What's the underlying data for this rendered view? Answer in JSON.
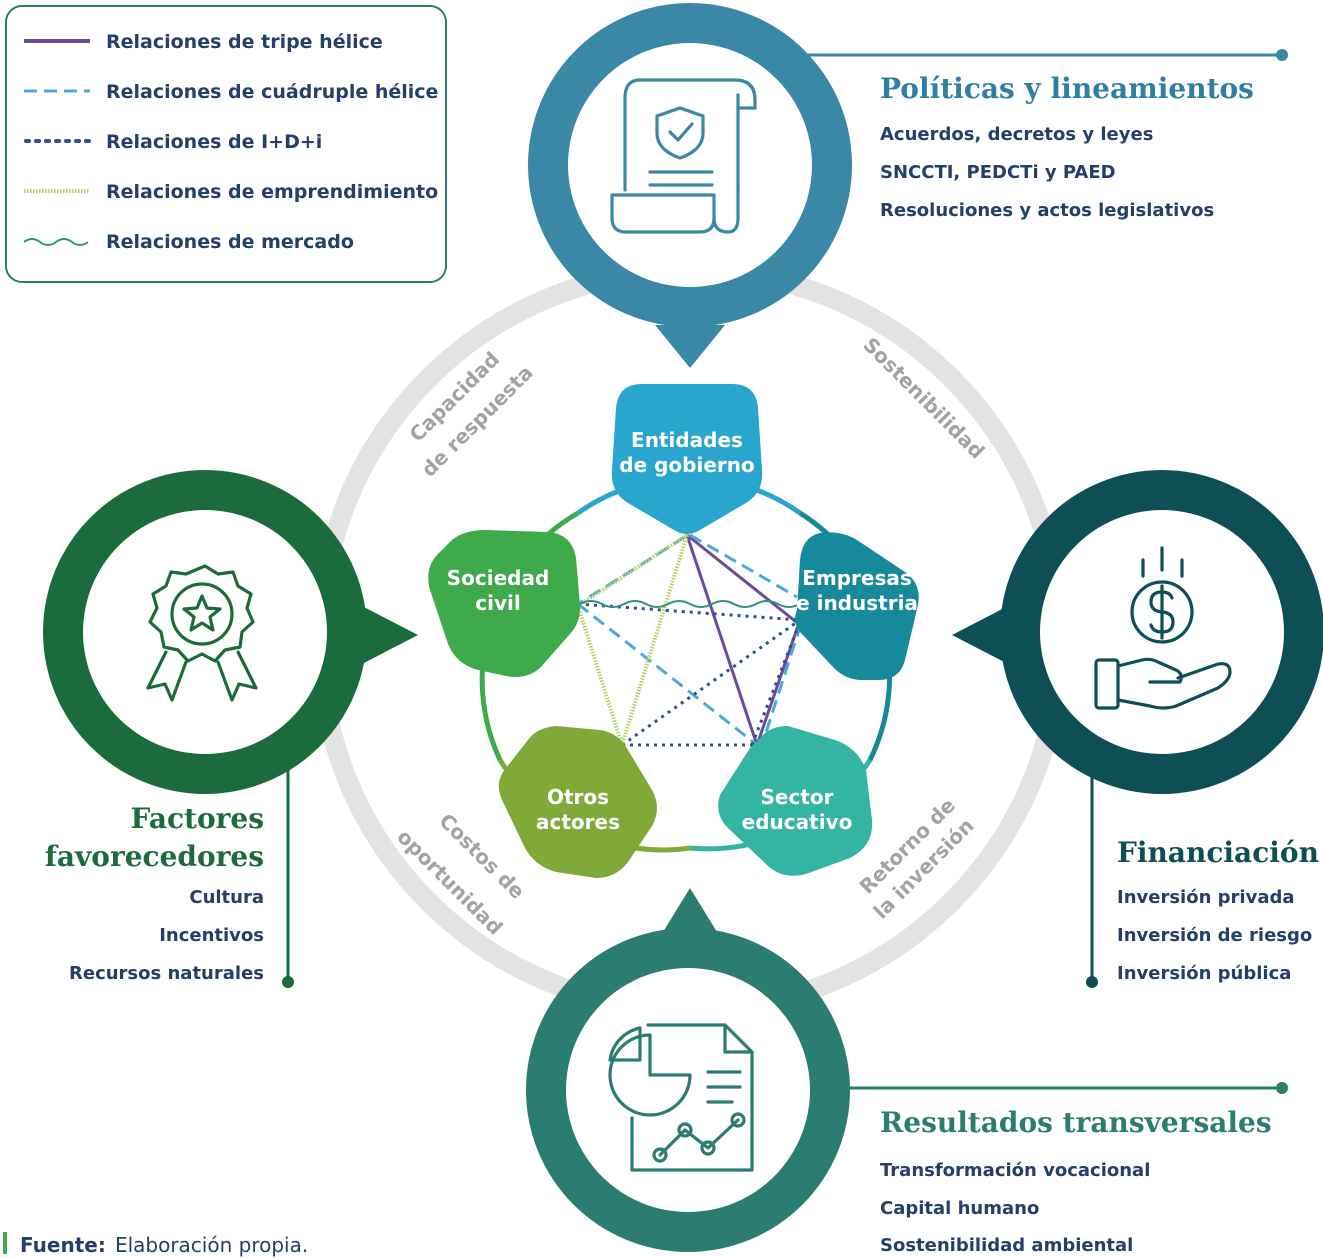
{
  "legend": {
    "items": [
      {
        "label": "Relaciones de tripe hélice",
        "color": "#6b4b9a"
      },
      {
        "label": "Relaciones de cuádruple hélice",
        "color": "#4aa8e0"
      },
      {
        "label": "Relaciones de I+D+i",
        "color": "#2f4f9a"
      },
      {
        "label": "Relaciones de emprendimiento",
        "color": "#b5cf68"
      },
      {
        "label": "Relaciones de mercado",
        "color": "#2f8f86"
      }
    ]
  },
  "nodes": {
    "gobierno": {
      "line1": "Entidades",
      "line2": "de gobierno",
      "color": "#29a6cd"
    },
    "empresas": {
      "line1": "Empresas",
      "line2": "e industria",
      "color": "#16899a"
    },
    "educativo": {
      "line1": "Sector",
      "line2": "educativo",
      "color": "#34b4a3"
    },
    "otros": {
      "line1": "Otros",
      "line2": "actores",
      "color": "#80a93a"
    },
    "sociedad": {
      "line1": "Sociedad",
      "line2": "civil",
      "color": "#3faa4b"
    }
  },
  "ring_labels": {
    "capacidad_1": "Capacidad",
    "capacidad_2": "de respuesta",
    "sostenibilidad": "Sostenibilidad",
    "costos_1": "Costos de",
    "costos_2": "oportunidad",
    "retorno_1": "Retorno de",
    "retorno_2": "la inversión"
  },
  "sections": {
    "politicas": {
      "title": "Políticas y lineamientos",
      "items": [
        "Acuerdos, decretos y leyes",
        "SNCCTI, PEDCTi y PAED",
        "Resoluciones y actos legislativos"
      ],
      "color": "#3a87a6"
    },
    "factores": {
      "title_1": "Factores",
      "title_2": "favorecedores",
      "items": [
        "Cultura",
        "Incentivos",
        "Recursos naturales"
      ],
      "color": "#1b6b3c"
    },
    "financiacion": {
      "title": "Financiación",
      "items": [
        "Inversión privada",
        "Inversión de riesgo",
        "Inversión pública"
      ],
      "color": "#0d4f55"
    },
    "resultados": {
      "title": "Resultados transversales",
      "items": [
        "Transformación vocacional",
        "Capital humano",
        "Sostenibilidad ambiental"
      ],
      "color": "#2a7d70"
    }
  },
  "icons": {
    "politicas": "document-shield-icon",
    "factores": "award-badge-icon",
    "financiacion": "hand-coin-icon",
    "resultados": "report-chart-icon"
  },
  "footer": {
    "label": "Fuente:",
    "value": "Elaboración propia."
  }
}
